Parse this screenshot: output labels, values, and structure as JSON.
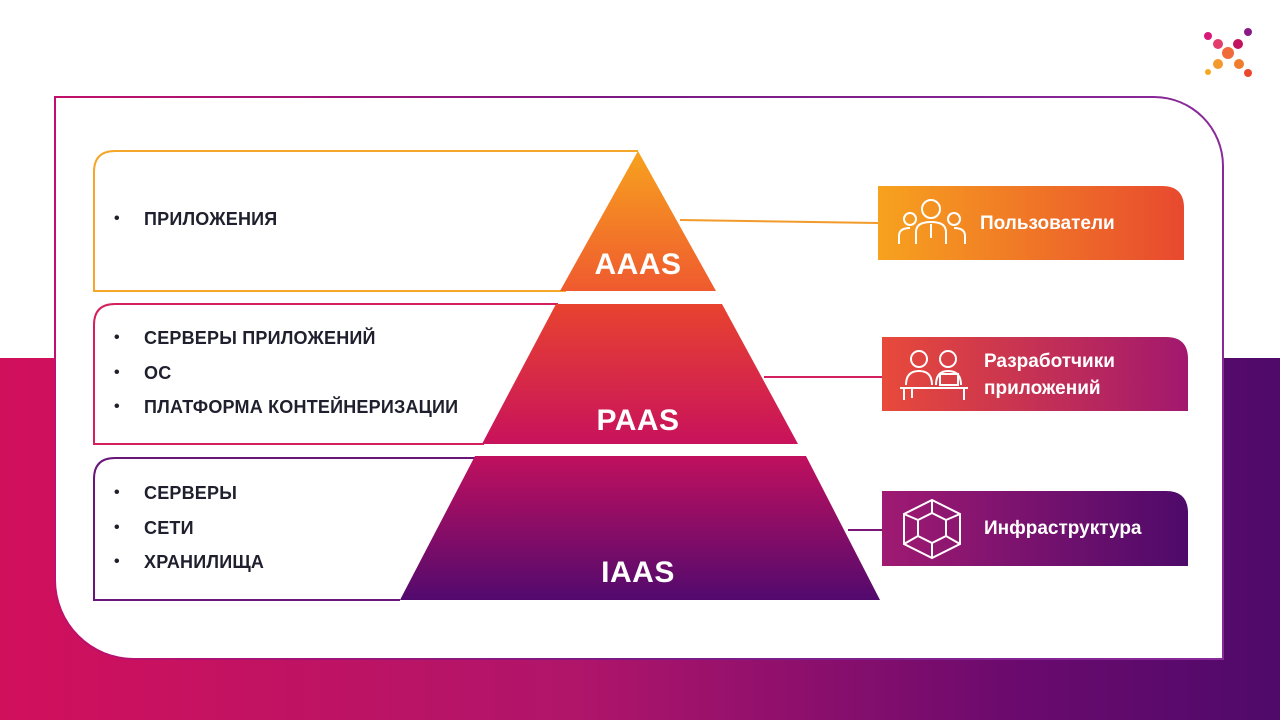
{
  "tiers": [
    {
      "id": "aaas",
      "label": "AAAS",
      "items": [
        "ПРИЛОЖЕНИЯ"
      ],
      "role": {
        "text": "Пользователи",
        "icon": "users-group-icon"
      },
      "colors": {
        "from": "#f6921e",
        "to": "#e8492f"
      }
    },
    {
      "id": "paas",
      "label": "PAAS",
      "items": [
        "СЕРВЕРЫ ПРИЛОЖЕНИЙ",
        "ОС",
        "ПЛАТФОРМА КОНТЕЙНЕРИЗАЦИИ"
      ],
      "role": {
        "text": "Разработчики приложений",
        "icon": "developers-desk-icon"
      },
      "colors": {
        "from": "#e8492f",
        "to": "#c4135e"
      }
    },
    {
      "id": "iaas",
      "label": "IAAS",
      "items": [
        "СЕРВЕРЫ",
        "СЕТИ",
        "ХРАНИЛИЩА"
      ],
      "role": {
        "text": "Инфраструктура",
        "icon": "cube-network-icon"
      },
      "colors": {
        "from": "#c4135e",
        "to": "#5c0b70"
      }
    }
  ]
}
